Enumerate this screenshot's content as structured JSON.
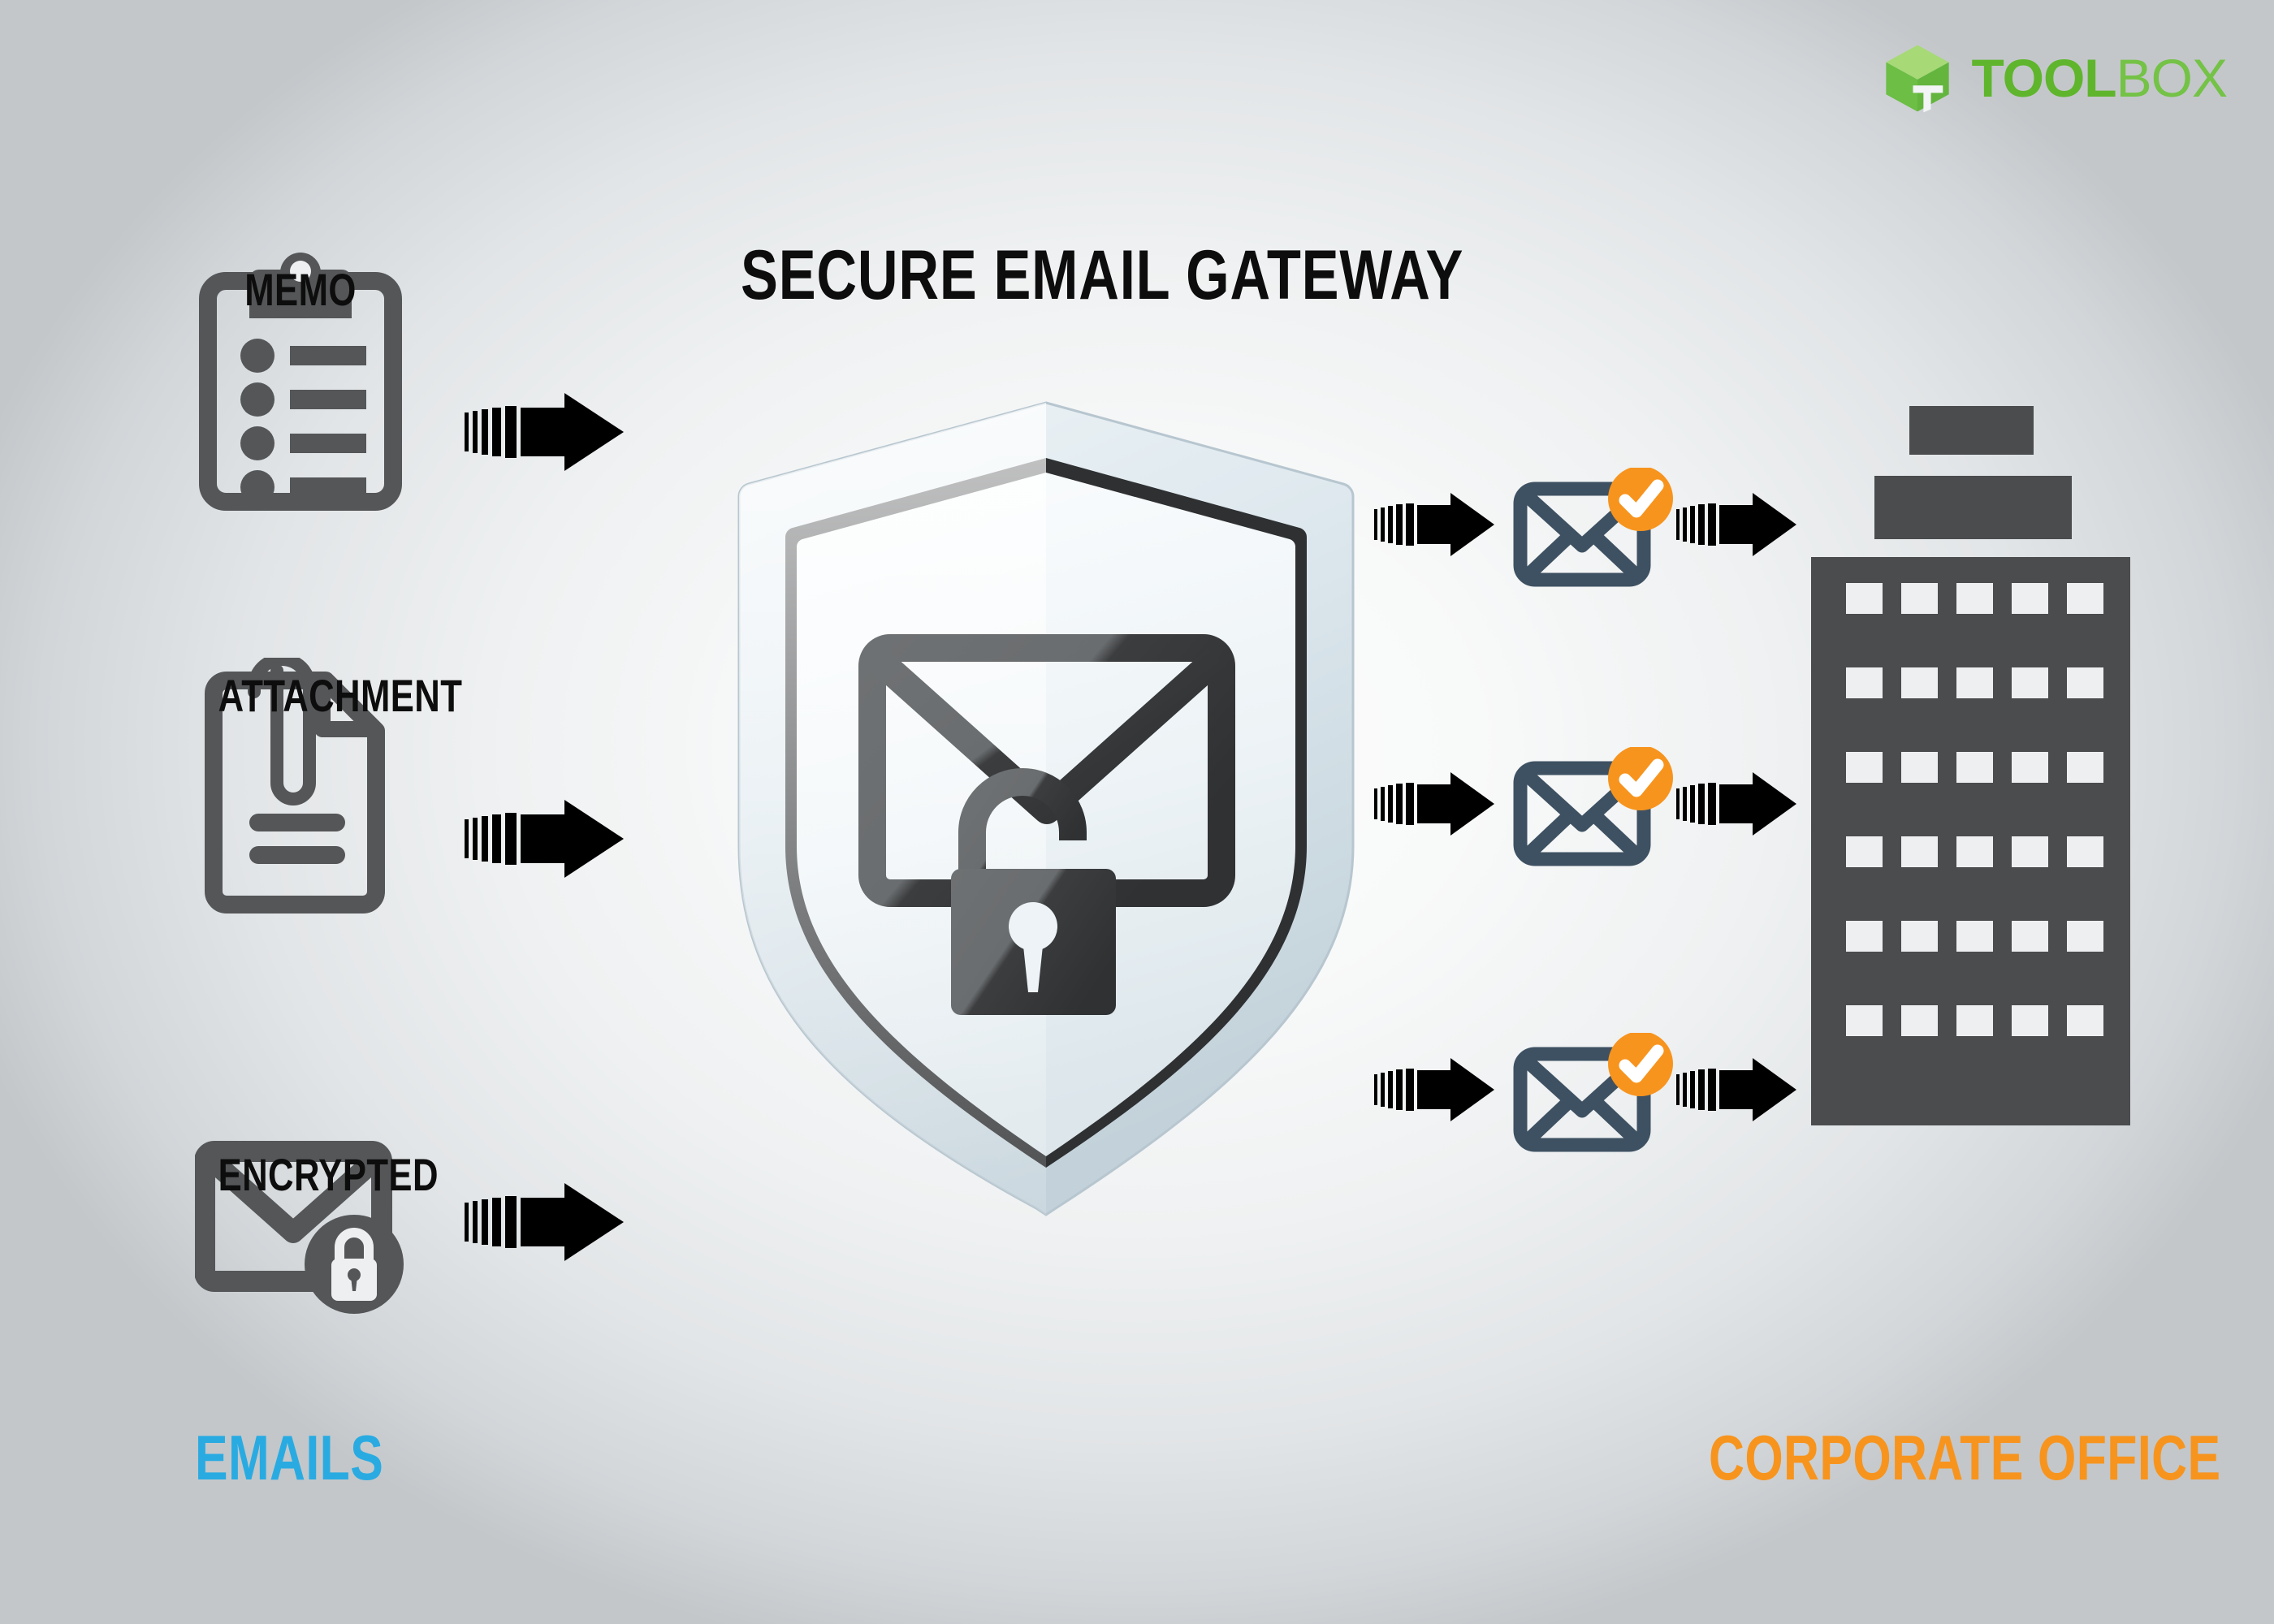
{
  "brand": {
    "logo_icon": "toolbox-cube-icon",
    "name_bold": "TOOL",
    "name_light": "BOX",
    "green_dark": "#5FB52C",
    "green_light": "#74C246"
  },
  "diagram": {
    "title": "SECURE EMAIL GATEWAY",
    "gateway_icon": "shield-with-envelope-and-open-padlock-icon",
    "sources": [
      {
        "label": "MEMO",
        "icon": "clipboard-memo-icon"
      },
      {
        "label": "ATTACHMENT",
        "icon": "document-paperclip-icon"
      },
      {
        "label": "ENCRYPTED",
        "icon": "envelope-lock-icon"
      }
    ],
    "source_group_label": "EMAILS",
    "source_group_color": "#29ABE2",
    "destination_label": "CORPORATE OFFICE",
    "destination_color": "#F7941E",
    "destination_icon": "office-building-icon",
    "verified_emails": [
      {
        "icon": "envelope-check-icon",
        "badge": "check-badge-icon"
      },
      {
        "icon": "envelope-check-icon",
        "badge": "check-badge-icon"
      },
      {
        "icon": "envelope-check-icon",
        "badge": "check-badge-icon"
      }
    ],
    "arrow_icon": "motion-arrow-right-icon",
    "colors": {
      "icon_gray": "#545658",
      "building_gray": "#4A4C4E",
      "envelope_slate": "#3E5162",
      "badge_orange": "#F7941E",
      "arrow_black": "#000000",
      "shield_rim": "#D2DEE4",
      "shield_face": "#EFF4F6"
    }
  }
}
